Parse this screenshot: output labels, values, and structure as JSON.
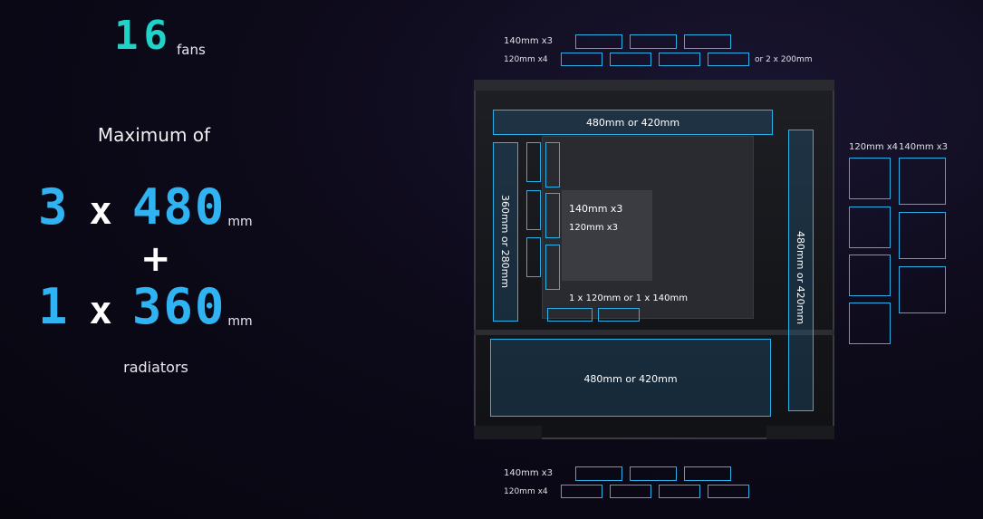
{
  "fans": {
    "count": "16",
    "unit": "fans"
  },
  "maximum_of": "Maximum of",
  "radiators": [
    {
      "count": "3",
      "x": "x",
      "size": "480",
      "unit": "mm"
    },
    {
      "count": "1",
      "x": "x",
      "size": "360",
      "unit": "mm"
    }
  ],
  "plus": "+",
  "radiators_label": "radiators",
  "top": {
    "label_140": "140mm x3",
    "label_120": "120mm x4",
    "alt": "or 2 x 200mm"
  },
  "bottom": {
    "label_140": "140mm x3",
    "label_120": "120mm x4"
  },
  "side": {
    "label_120": "120mm x4",
    "label_140": "140mm x3"
  },
  "case_labels": {
    "top_rad": "480mm or 420mm",
    "bottom_rad": "480mm or 420mm",
    "front_rad": "480mm or 420mm",
    "rear_rad": "360mm or 280mm",
    "rear_fan_140": "140mm x3",
    "rear_fan_120": "120mm x3",
    "psu_fans": "1 x 120mm or 1 x 140mm"
  },
  "colors": {
    "teal": "#1fd3c9",
    "blue": "#2fb3f2",
    "slot": "#2bb0e8"
  }
}
